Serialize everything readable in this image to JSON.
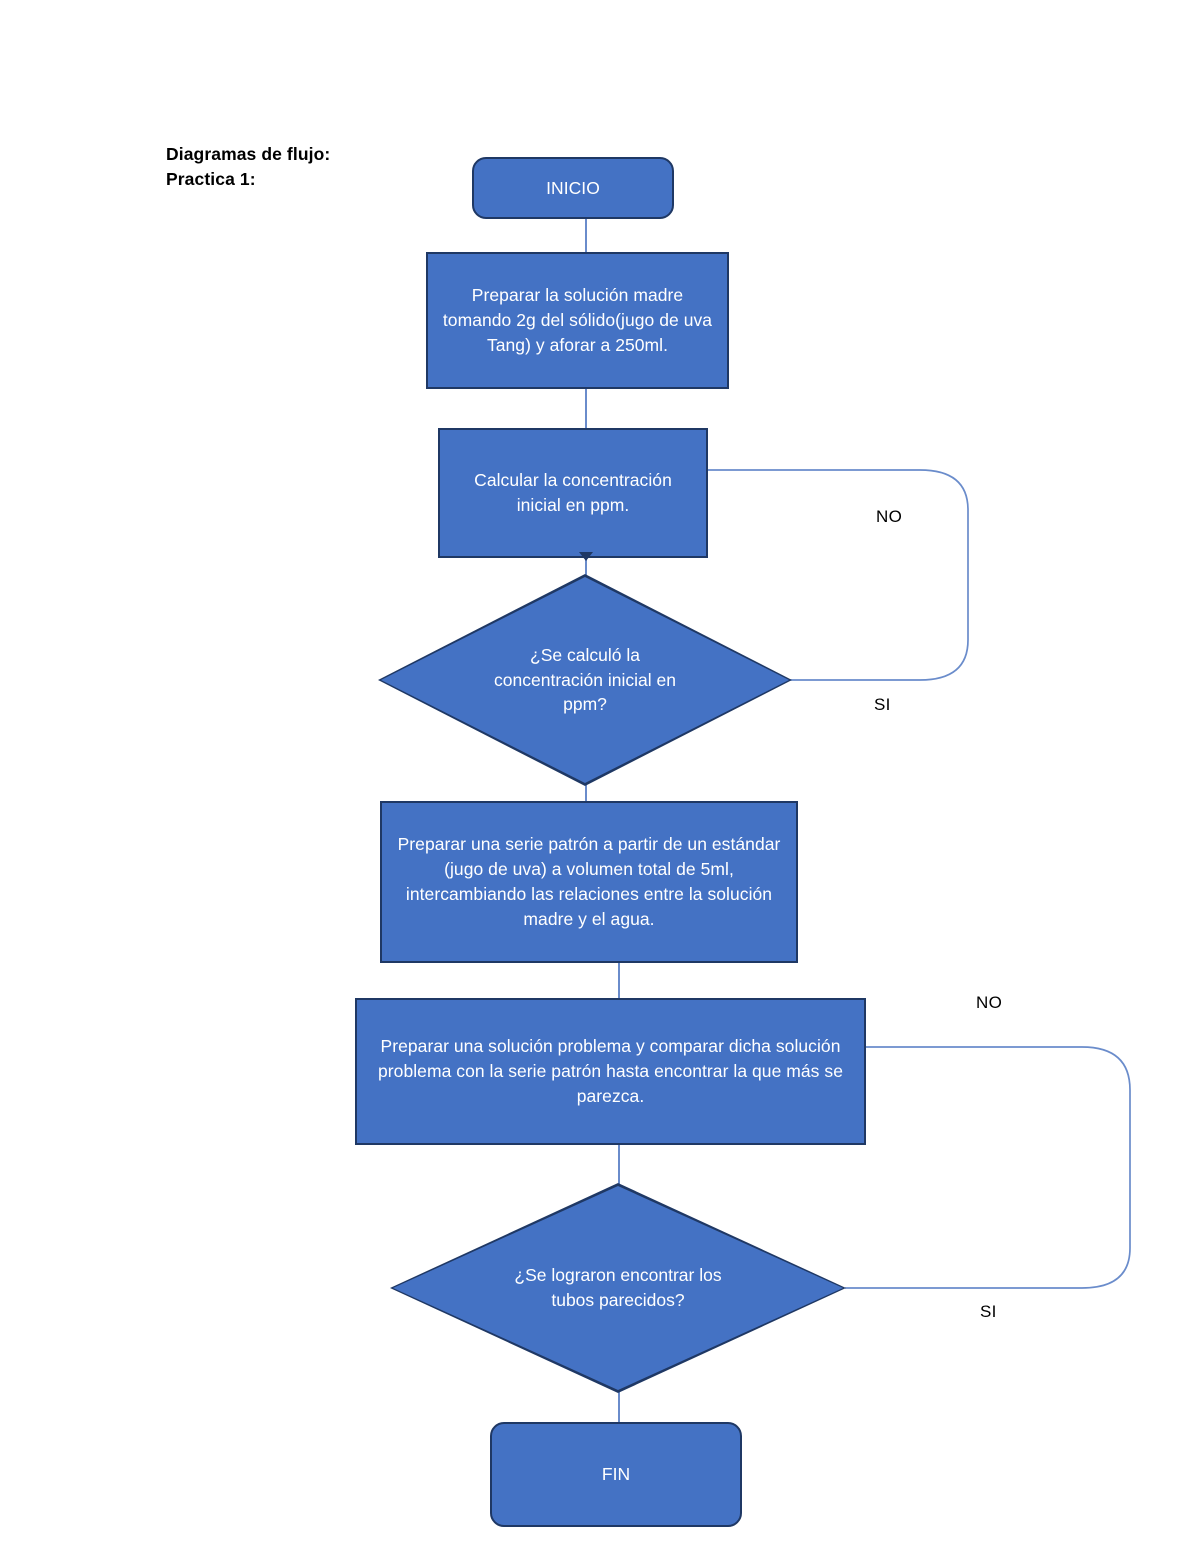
{
  "document": {
    "heading_line1": "Diagramas de flujo:",
    "heading_line2": "Practica 1:"
  },
  "colors": {
    "node_fill": "#4472C4",
    "node_border": "#1F3864",
    "node_text": "#FFFFFF",
    "connector": "#6A8CCB",
    "page_background": "#FFFFFF",
    "heading_text": "#000000"
  },
  "flowchart": {
    "title": "Practica 1",
    "nodes": [
      {
        "id": "inicio",
        "type": "terminator",
        "label": "INICIO"
      },
      {
        "id": "preparar-solucion-madre",
        "type": "process",
        "label": "Preparar la solución madre tomando 2g del sólido(jugo de uva Tang) y aforar a 250ml."
      },
      {
        "id": "calcular-concentracion",
        "type": "process",
        "label": "Calcular la concentración inicial en ppm."
      },
      {
        "id": "decision-concentracion",
        "type": "decision",
        "label": "¿Se calculó la concentración inicial en ppm?"
      },
      {
        "id": "preparar-serie-patron",
        "type": "process",
        "label": "Preparar una serie patrón a partir de un estándar (jugo de uva)  a volumen total de 5ml, intercambiando las relaciones entre la solución madre y el agua."
      },
      {
        "id": "preparar-solucion-problema",
        "type": "process",
        "label": "Preparar una solución problema y comparar dicha solución problema con la serie patrón hasta encontrar la que más se parezca."
      },
      {
        "id": "decision-tubos",
        "type": "decision",
        "label": "¿Se lograron encontrar los tubos parecidos?"
      },
      {
        "id": "fin",
        "type": "terminator",
        "label": "FIN"
      }
    ],
    "branch_labels": {
      "loop1_no": "NO",
      "loop1_si": "SI",
      "loop2_no": "NO",
      "loop2_si": "SI"
    }
  }
}
